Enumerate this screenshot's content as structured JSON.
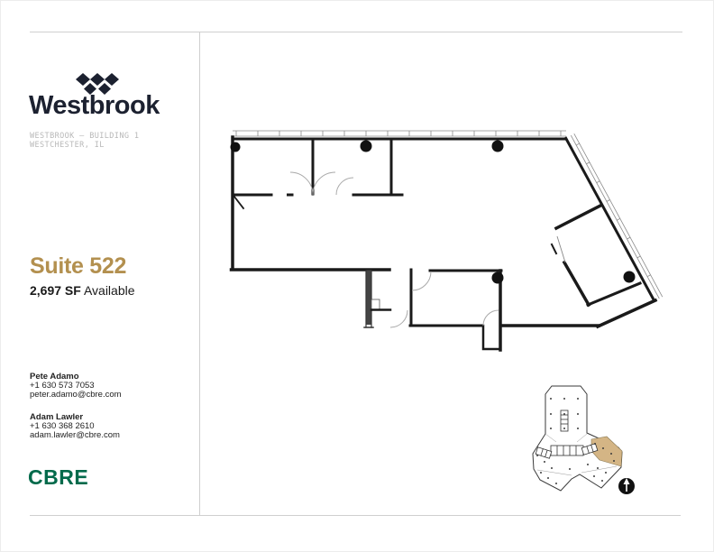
{
  "brand": {
    "name": "Westbrook",
    "sub_line1": "WESTBROOK — BUILDING 1",
    "sub_line2": "WESTCHESTER, IL"
  },
  "suite": {
    "title": "Suite 522",
    "sf": "2,697 SF",
    "availability": "Available"
  },
  "contacts": [
    {
      "name": "Pete Adamo",
      "phone": "+1 630 573 7053",
      "email": "peter.adamo@cbre.com"
    },
    {
      "name": "Adam Lawler",
      "phone": "+1 630 368 2610",
      "email": "adam.lawler@cbre.com"
    }
  ],
  "footer_logo": "CBRE",
  "icons": {
    "logo_mark": "westbrook-diamonds",
    "north_arrow": "north-arrow"
  },
  "colors": {
    "brand_navy": "#1c2130",
    "accent_gold": "#b3904f",
    "cbre_green": "#016a4b",
    "suite_highlight": "#d4b585",
    "wall_ink": "#1a1a1a"
  }
}
